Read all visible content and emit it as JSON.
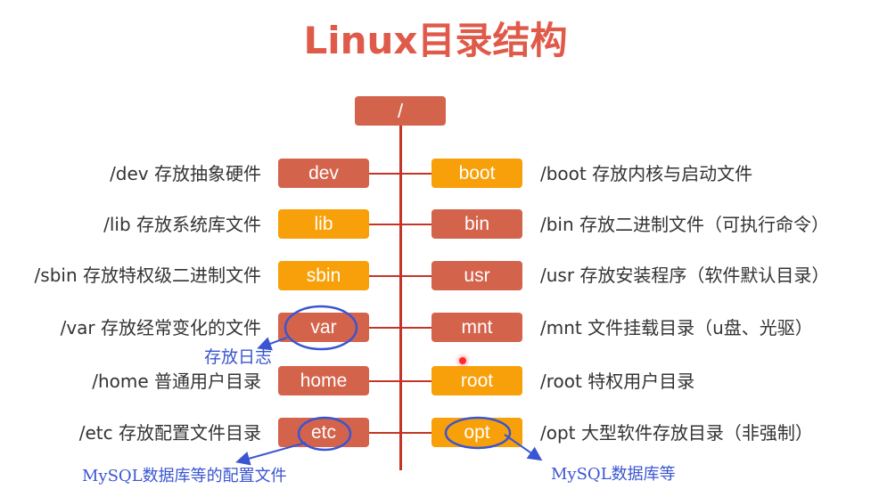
{
  "title": "Linux目录结构",
  "root": {
    "label": "/"
  },
  "colors": {
    "red_node": "#d4634c",
    "orange_node": "#f8a009",
    "title": "#e05a4a",
    "annotation": "#3a55d0",
    "connector": "#c53525"
  },
  "left_nodes": [
    {
      "label": "dev",
      "color": "red",
      "desc": "/dev 存放抽象硬件"
    },
    {
      "label": "lib",
      "color": "orange",
      "desc": "/lib 存放系统库文件"
    },
    {
      "label": "sbin",
      "color": "orange",
      "desc": "/sbin 存放特权级二进制文件"
    },
    {
      "label": "var",
      "color": "red",
      "desc": "/var 存放经常变化的文件"
    },
    {
      "label": "home",
      "color": "red",
      "desc": "/home 普通用户目录"
    },
    {
      "label": "etc",
      "color": "red",
      "desc": "/etc 存放配置文件目录"
    }
  ],
  "right_nodes": [
    {
      "label": "boot",
      "color": "orange",
      "desc": "/boot 存放内核与启动文件"
    },
    {
      "label": "bin",
      "color": "red",
      "desc": "/bin 存放二进制文件（可执行命令）"
    },
    {
      "label": "usr",
      "color": "red",
      "desc": "/usr 存放安装程序（软件默认目录）"
    },
    {
      "label": "mnt",
      "color": "red",
      "desc": "/mnt 文件挂载目录（u盘、光驱）"
    },
    {
      "label": "root",
      "color": "orange",
      "desc": "/root 特权用户目录"
    },
    {
      "label": "opt",
      "color": "orange",
      "desc": "/opt 大型软件存放目录（非强制）"
    }
  ],
  "annotations": {
    "var_note": "存放日志",
    "etc_note": "MySQL数据库等的配置文件",
    "opt_note": "MySQL数据库等"
  }
}
